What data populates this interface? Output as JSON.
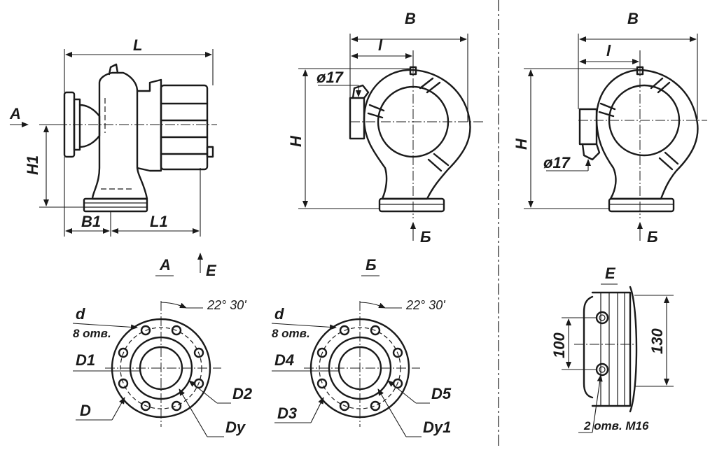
{
  "side_view": {
    "dim_L": "L",
    "dim_H1": "H1",
    "dim_B1": "B1",
    "dim_L1": "L1",
    "view_A_arrow": "A",
    "view_E_arrow": "E"
  },
  "front_view_1": {
    "dim_B": "B",
    "dim_l": "l",
    "dim_H": "H",
    "dim_hole": "ø17",
    "view_B_arrow": "Б"
  },
  "front_view_2": {
    "dim_B": "B",
    "dim_l": "l",
    "dim_H": "H",
    "dim_hole": "ø17",
    "view_B_arrow": "Б"
  },
  "flange_A": {
    "title": "A",
    "angle": "22° 30'",
    "hole_d": "d",
    "holes": "8 отв.",
    "dim_D1": "D1",
    "dim_D": "D",
    "dim_D2": "D2",
    "dim_Dy": "Dy"
  },
  "flange_B": {
    "title": "Б",
    "angle": "22° 30'",
    "hole_d": "d",
    "holes": "8 отв.",
    "dim_D4": "D4",
    "dim_D3": "D3",
    "dim_D5": "D5",
    "dim_Dy1": "Dy1"
  },
  "view_E": {
    "title": "E",
    "dim_100": "100",
    "dim_130": "130",
    "holes": "2 отв. M16"
  }
}
